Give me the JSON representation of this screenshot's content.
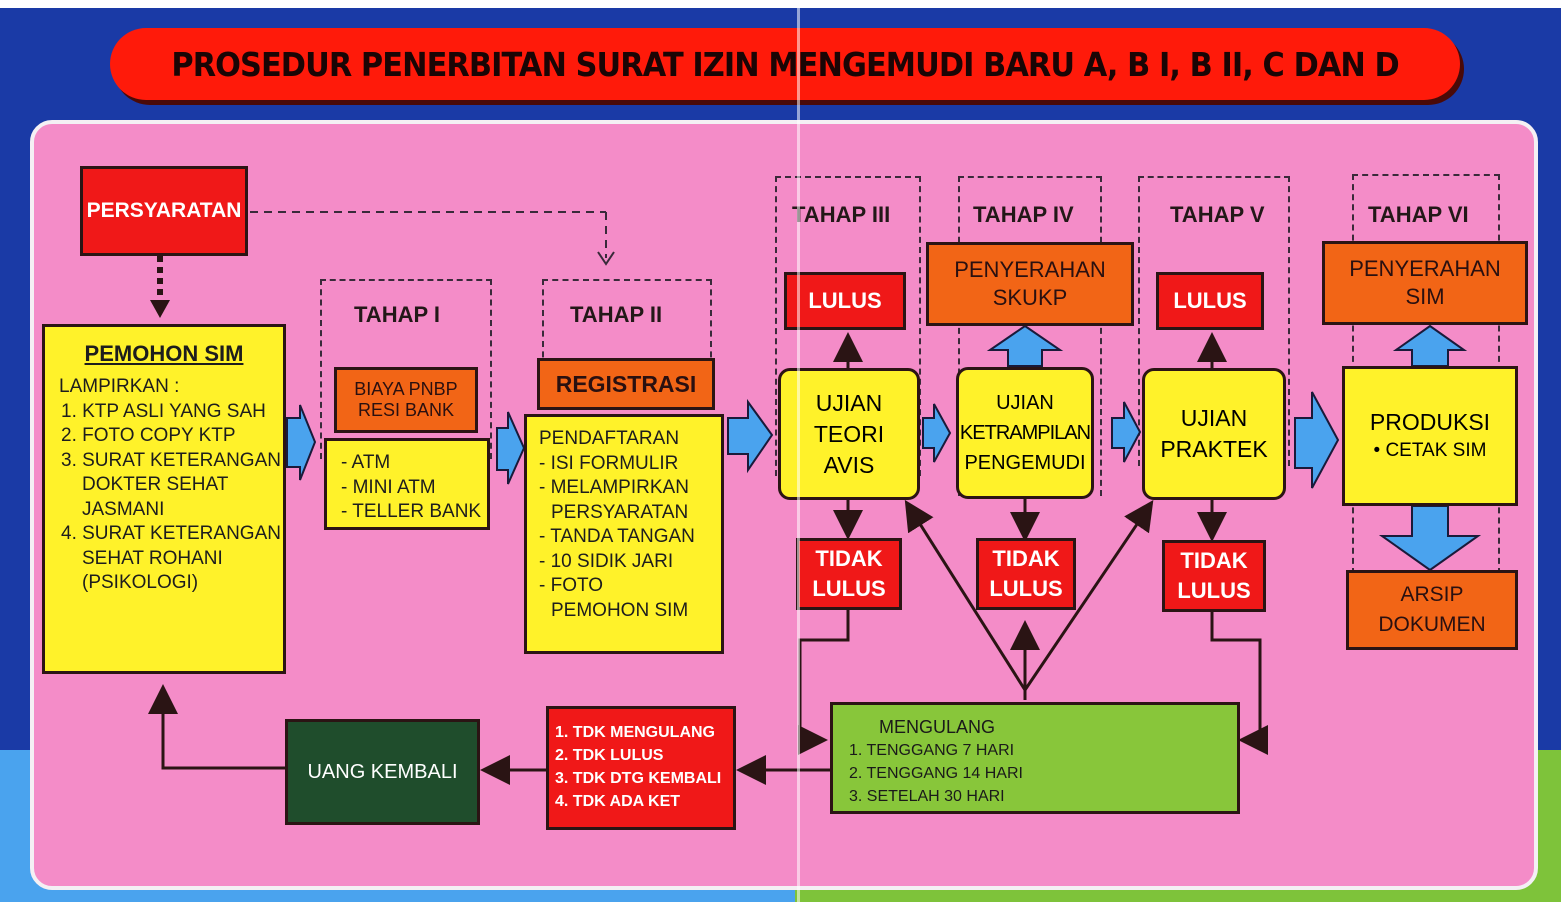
{
  "title": "PROSEDUR PENERBITAN SURAT IZIN MENGEMUDI BARU A, B I, B II, C DAN D",
  "colors": {
    "background_blue": "#1a3aa6",
    "panel_pink": "#f48cc8",
    "title_red": "#ff1a0a",
    "box_yellow": "#fff22a",
    "box_red": "#f01818",
    "box_orange": "#f26516",
    "box_dark_green": "#1f4d2c",
    "box_green": "#88c63a",
    "arrow_blue": "#4aa3ee"
  },
  "persyaratan": {
    "label": "PERSYARATAN"
  },
  "pemohon": {
    "title": "PEMOHON SIM",
    "subtitle": "LAMPIRKAN  :",
    "items": [
      "1. KTP ASLI YANG SAH",
      "2. FOTO COPY KTP",
      "3. SURAT KETERANGAN",
      "DOKTER SEHAT",
      "JASMANI",
      "4. SURAT KETERANGAN",
      "SEHAT ROHANI",
      "(PSIKOLOGI)"
    ]
  },
  "stages": [
    {
      "label": "TAHAP  I"
    },
    {
      "label": "TAHAP  II"
    },
    {
      "label": "TAHAP  III"
    },
    {
      "label": "TAHAP  IV"
    },
    {
      "label": "TAHAP  V"
    },
    {
      "label": "TAHAP  VI"
    }
  ],
  "tahap1": {
    "header_line1": "BIAYA PNBP",
    "header_line2": "RESI BANK",
    "items": [
      "- ATM",
      "- MINI ATM",
      "- TELLER BANK"
    ]
  },
  "tahap2": {
    "header": "REGISTRASI",
    "items": [
      "PENDAFTARAN",
      "- ISI FORMULIR",
      "- MELAMPIRKAN",
      "  PERSYARATAN",
      "- TANDA TANGAN",
      "- 10 SIDIK JARI",
      "- FOTO",
      "  PEMOHON SIM"
    ]
  },
  "tahap3": {
    "pass": "LULUS",
    "exam": [
      "UJIAN",
      "TEORI",
      "AVIS"
    ],
    "fail": [
      "TIDAK",
      "LULUS"
    ]
  },
  "tahap4": {
    "handover": [
      "PENYERAHAN",
      "SKUKP"
    ],
    "exam": [
      "UJIAN",
      "KETRAMPILAN",
      "PENGEMUDI"
    ],
    "fail": [
      "TIDAK",
      "LULUS"
    ]
  },
  "tahap5": {
    "pass": "LULUS",
    "exam": [
      "UJIAN",
      "PRAKTEK"
    ],
    "fail": [
      "TIDAK",
      "LULUS"
    ]
  },
  "tahap6": {
    "handover": [
      "PENYERAHAN",
      "SIM"
    ],
    "production": "PRODUKSI",
    "production_item": "•  CETAK SIM",
    "archive": [
      "ARSIP",
      "DOKUMEN"
    ]
  },
  "mengulang": {
    "title": "MENGULANG",
    "items": [
      "1. TENGGANG 7 HARI",
      "2. TENGGANG 14 HARI",
      "3. SETELAH 30 HARI"
    ]
  },
  "refund_conditions": {
    "items": [
      "1. TDK MENGULANG",
      "2. TDK LULUS",
      "3. TDK DTG KEMBALI",
      "4. TDK ADA KET"
    ]
  },
  "uang_kembali": {
    "label": "UANG KEMBALI"
  }
}
